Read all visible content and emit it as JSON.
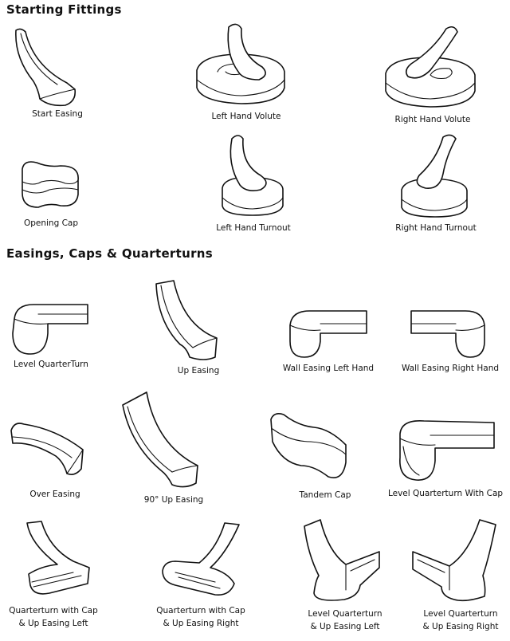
{
  "sections": [
    {
      "title": "Starting Fittings"
    },
    {
      "title": "Easings, Caps & Quarterturns"
    }
  ],
  "items": [
    {
      "label": "Start Easing"
    },
    {
      "label": "Left Hand Volute"
    },
    {
      "label": "Right  Hand Volute"
    },
    {
      "label": "Opening Cap"
    },
    {
      "label": "Left Hand Turnout"
    },
    {
      "label": "Right  Hand Turnout"
    },
    {
      "label": "Level  QuarterTurn"
    },
    {
      "label": "Up Easing"
    },
    {
      "label": "Wall Easing Left Hand"
    },
    {
      "label": "Wall Easing  Right Hand"
    },
    {
      "label": "Over Easing"
    },
    {
      "label": "90° Up Easing"
    },
    {
      "label": "Tandem Cap"
    },
    {
      "label": "Level Quarterturn With Cap"
    },
    {
      "label": "Quarterturn with Cap",
      "label2": "& Up Easing Left"
    },
    {
      "label": "Quarterturn with Cap",
      "label2": "& Up Easing Right"
    },
    {
      "label": "Level Quarterturn",
      "label2": "& Up Easing Left"
    },
    {
      "label": "Level Quarterturn",
      "label2": "& Up Easing  Right"
    }
  ]
}
